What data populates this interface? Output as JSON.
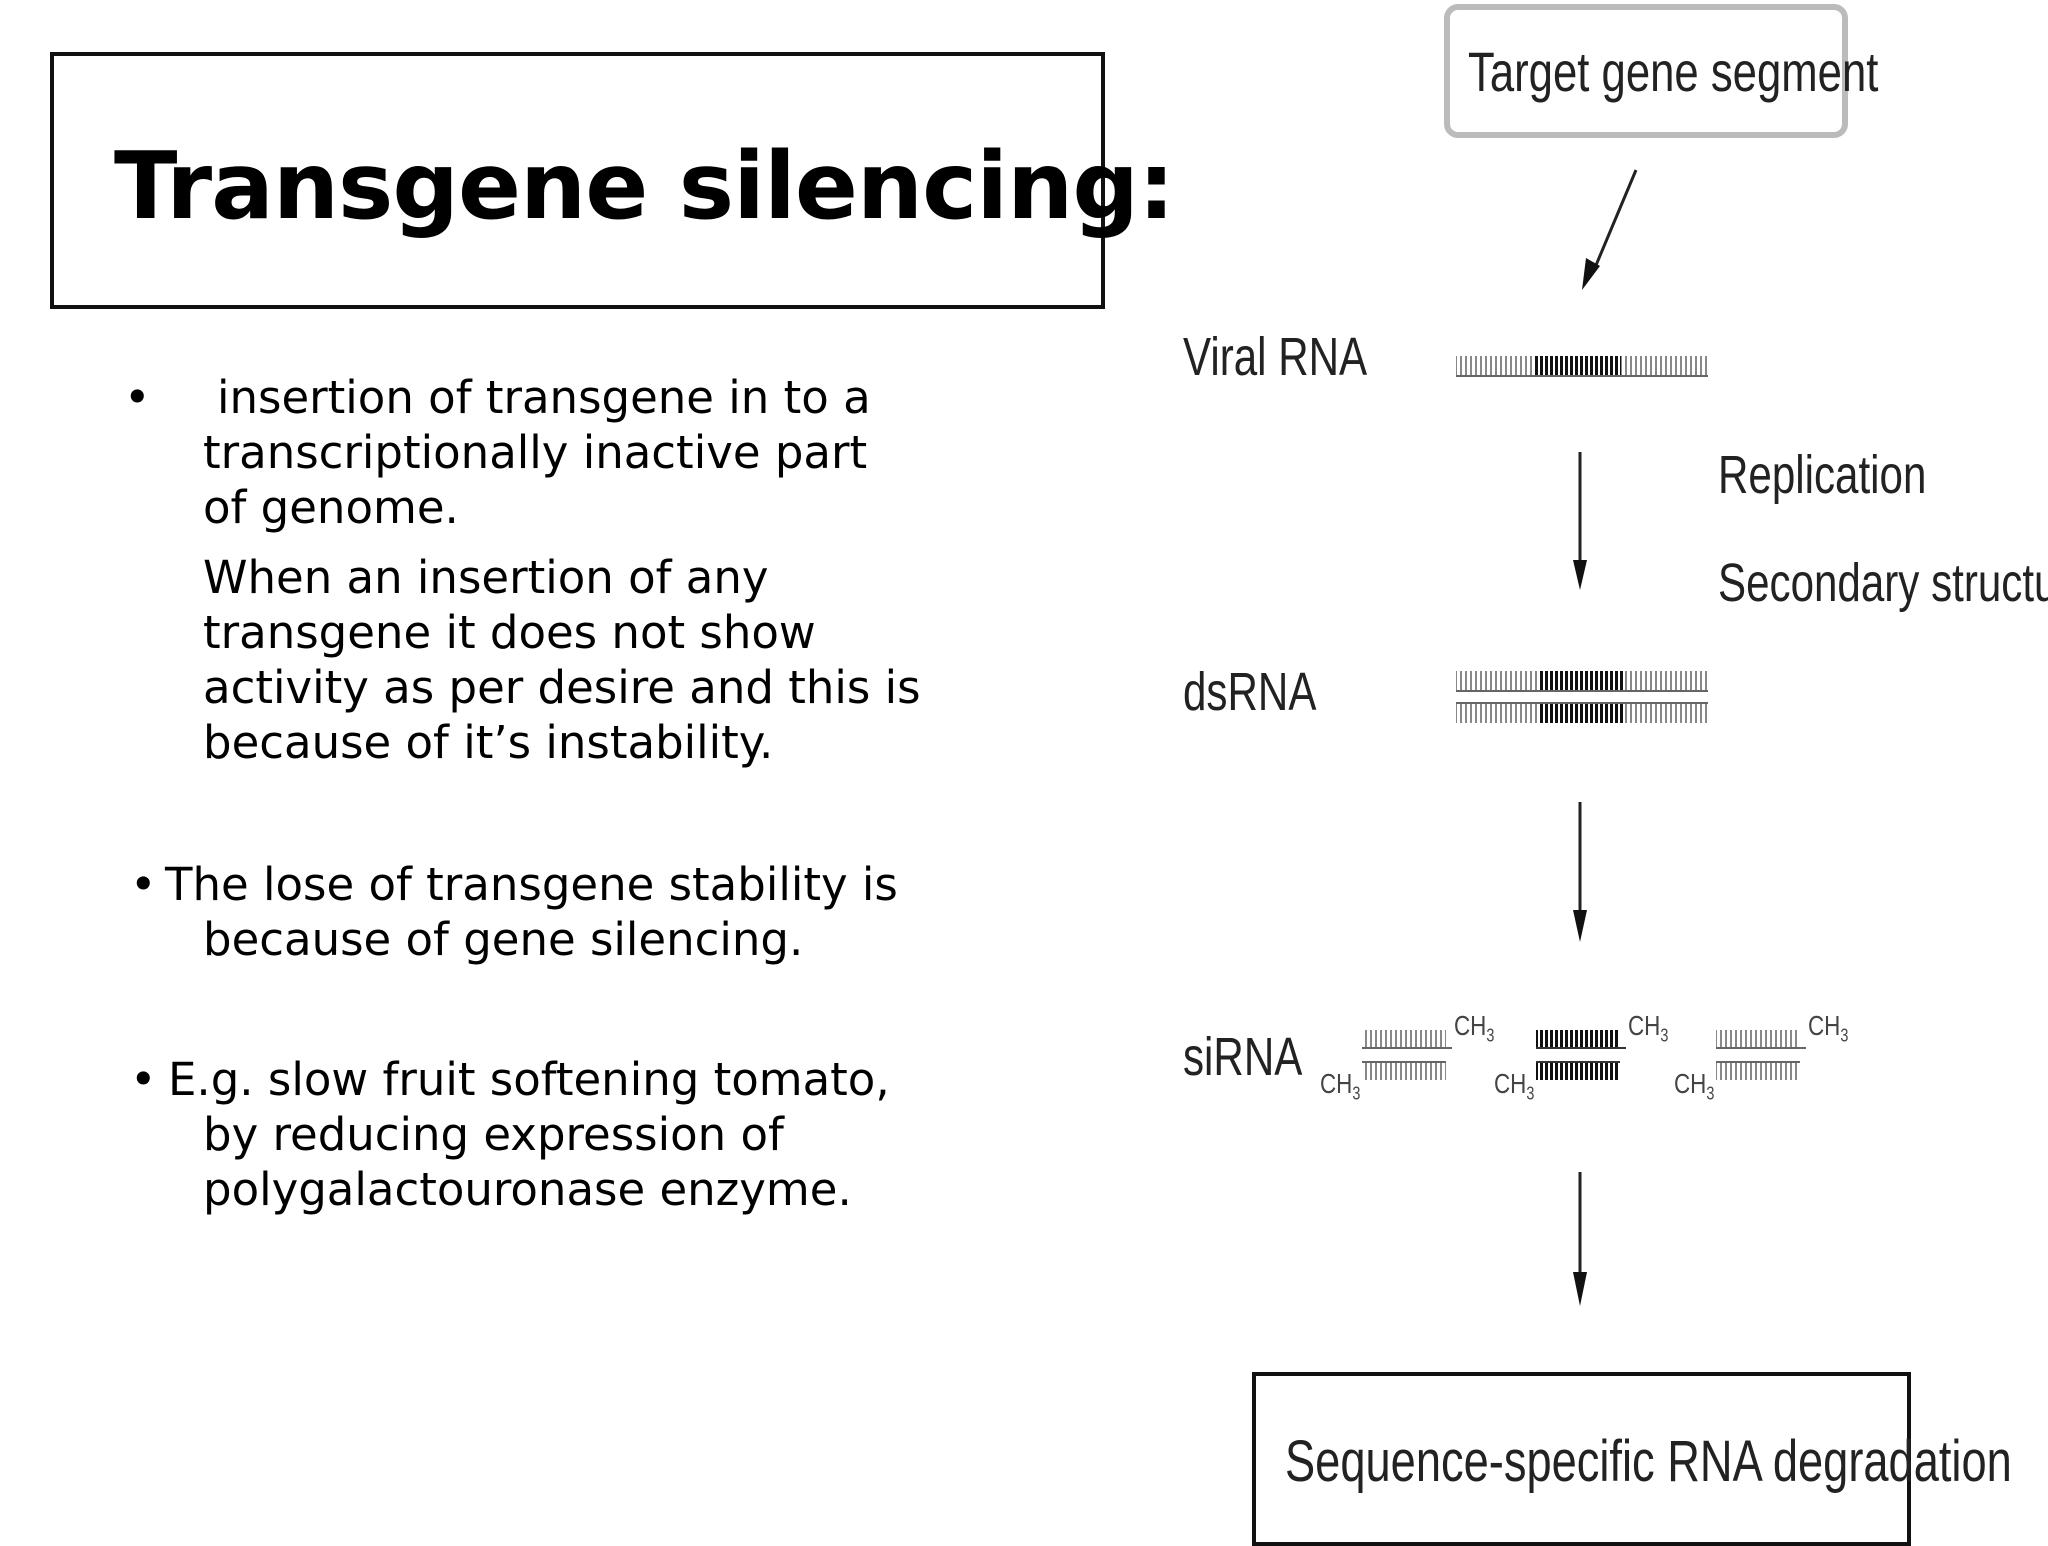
{
  "slide": {
    "title": "Transgene silencing:",
    "bullets": [
      {
        "marker": "•",
        "lines": [
          "insertion of transgene in to a",
          "transcriptionally  inactive part",
          "of genome."
        ],
        "continuation": [
          "When an insertion of any",
          "transgene it does not show",
          "activity as per desire and this is",
          "because of it’s instability."
        ]
      },
      {
        "marker": "•",
        "lines": [
          "The lose of transgene stability is",
          "because of gene silencing."
        ]
      },
      {
        "marker": "•",
        "lines": [
          "E.g. slow fruit softening tomato,",
          "by reducing expression of",
          "polygalactouronase enzyme."
        ]
      }
    ]
  },
  "diagram": {
    "target_box": "Target gene segment",
    "stages": [
      "Viral RNA",
      "dsRNA",
      "siRNA"
    ],
    "process_labels": [
      "Replication",
      "Secondary structure"
    ],
    "methyl_label": "CH",
    "methyl_subscript": "3",
    "result_box": "Sequence-specific RNA degradation"
  }
}
